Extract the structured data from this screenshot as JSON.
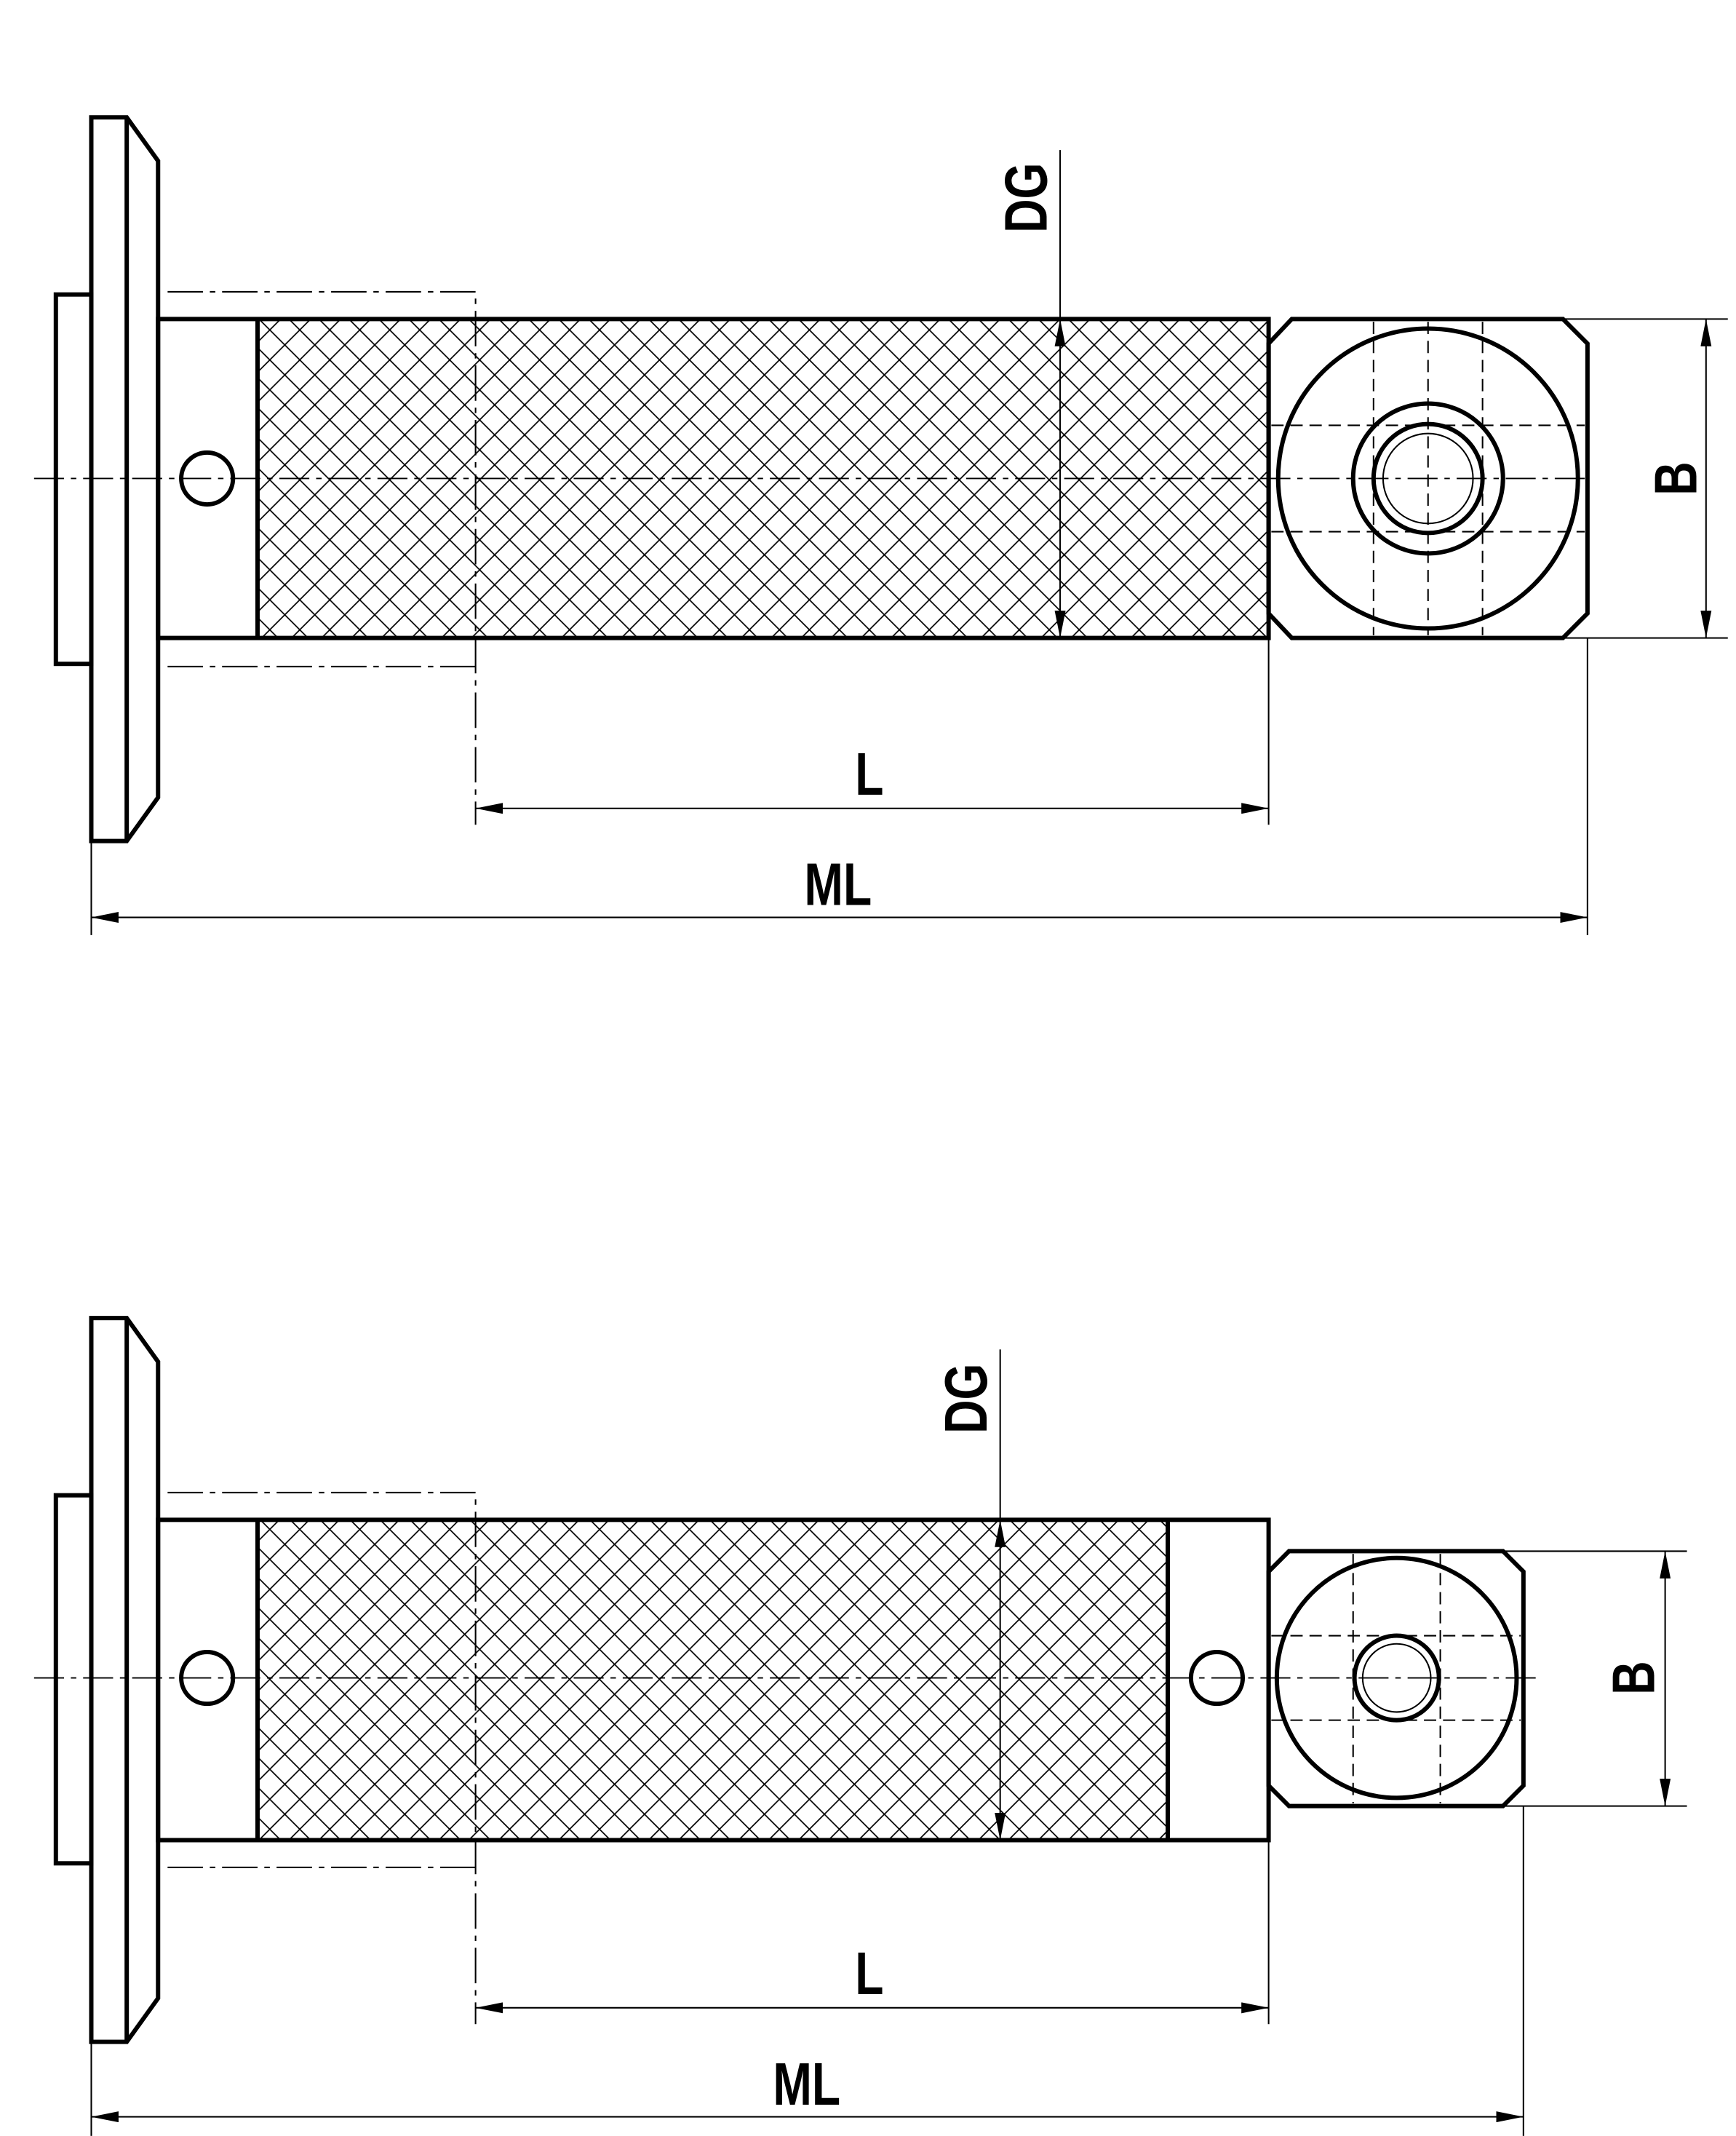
{
  "views": [
    {
      "dg_label": "DG",
      "b_label": "B",
      "l_label": "L",
      "ml_label": "ML"
    },
    {
      "dg_label": "DG",
      "b_label": "B",
      "l_label": "L",
      "ml_label": "ML"
    }
  ]
}
